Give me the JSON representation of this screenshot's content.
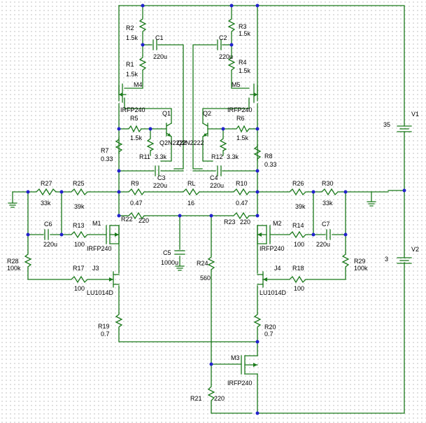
{
  "schematic": {
    "resistors": [
      {
        "ref": "R2",
        "val": "1.5k"
      },
      {
        "ref": "R1",
        "val": "1.5k"
      },
      {
        "ref": "R3",
        "val": "1.5k"
      },
      {
        "ref": "R4",
        "val": "1.5k"
      },
      {
        "ref": "R5",
        "val": "1.5k"
      },
      {
        "ref": "R6",
        "val": "1.5k"
      },
      {
        "ref": "R7",
        "val": "0.33"
      },
      {
        "ref": "R8",
        "val": "0.33"
      },
      {
        "ref": "R11",
        "val": "3.3k"
      },
      {
        "ref": "R12",
        "val": "3.3k"
      },
      {
        "ref": "R27",
        "val": "33k"
      },
      {
        "ref": "R25",
        "val": "39k"
      },
      {
        "ref": "R9",
        "val": "0.47"
      },
      {
        "ref": "RL",
        "val": "16"
      },
      {
        "ref": "R10",
        "val": "0.47"
      },
      {
        "ref": "R26",
        "val": "39k"
      },
      {
        "ref": "R30",
        "val": "33k"
      },
      {
        "ref": "R13",
        "val": "100"
      },
      {
        "ref": "R22",
        "val": "220"
      },
      {
        "ref": "R23",
        "val": "220"
      },
      {
        "ref": "R14",
        "val": "100"
      },
      {
        "ref": "R28",
        "val": "100k"
      },
      {
        "ref": "R17",
        "val": "100"
      },
      {
        "ref": "R24",
        "val": "560"
      },
      {
        "ref": "R18",
        "val": "100"
      },
      {
        "ref": "R29",
        "val": "100k"
      },
      {
        "ref": "R19",
        "val": "0.7"
      },
      {
        "ref": "R20",
        "val": "0.7"
      },
      {
        "ref": "R21",
        "val": "220"
      }
    ],
    "capacitors": [
      {
        "ref": "C1",
        "val": "220u"
      },
      {
        "ref": "C2",
        "val": "220u"
      },
      {
        "ref": "C3",
        "val": "220u"
      },
      {
        "ref": "C4",
        "val": "220u"
      },
      {
        "ref": "C5",
        "val": "1000u"
      },
      {
        "ref": "C6",
        "val": "220u"
      },
      {
        "ref": "C7",
        "val": "220u"
      }
    ],
    "transistors": [
      {
        "ref": "M4",
        "part": "IRFP240"
      },
      {
        "ref": "M5",
        "part": "IRFP240"
      },
      {
        "ref": "Q1",
        "part": "Q2N2222"
      },
      {
        "ref": "Q2",
        "part": "Q2N2222"
      },
      {
        "ref": "M1",
        "part": "IRFP240"
      },
      {
        "ref": "M2",
        "part": "IRFP240"
      },
      {
        "ref": "J3",
        "part": "LU1014D"
      },
      {
        "ref": "J4",
        "part": "LU1014D"
      },
      {
        "ref": "M3",
        "part": "IRFP240"
      }
    ],
    "sources": [
      {
        "ref": "V1",
        "val": "35"
      },
      {
        "ref": "V2",
        "val": "3"
      }
    ]
  }
}
